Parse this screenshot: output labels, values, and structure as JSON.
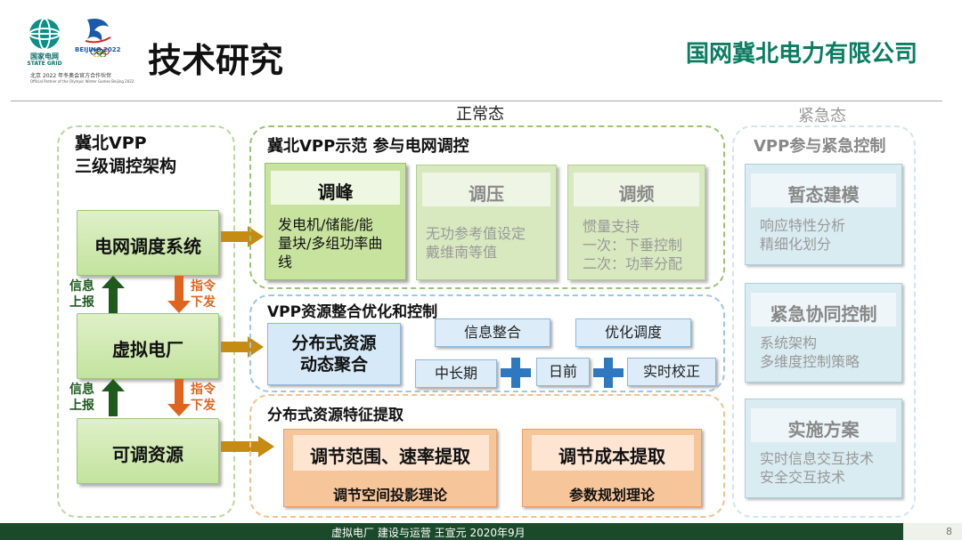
{
  "header": {
    "logo_line1": "国家电网",
    "logo_line2": "STATE GRID",
    "olympic_text": "BEIJING 2022",
    "partner_cn": "北京 2022 年冬奥会官方合作伙伴",
    "partner_en": "Official Partner of the Olympic Winter Games Beijing 2022",
    "title": "技术研究",
    "company": "国网冀北电力有限公司"
  },
  "sections": {
    "normal": "正常态",
    "emergency": "紧急态"
  },
  "left": {
    "title_line1": "冀北VPP",
    "title_line2": "三级调控架构",
    "boxes": [
      "电网调度系统",
      "虚拟电厂",
      "可调资源"
    ],
    "up_label": [
      "信息",
      "上报"
    ],
    "down_label": [
      "指令",
      "下发"
    ]
  },
  "demo": {
    "title": "冀北VPP示范 参与电网调控",
    "cards": [
      {
        "title": "调峰",
        "lines": [
          "发电机/储能/能",
          "量块/多组功率曲",
          "线"
        ]
      },
      {
        "title": "调压",
        "lines": [
          "无功参考值设定",
          "戴维南等值"
        ]
      },
      {
        "title": "调频",
        "lines": [
          "惯量支持",
          "一次：下垂控制",
          "二次：功率分配"
        ]
      }
    ]
  },
  "vpp": {
    "title": "VPP资源整合优化和控制",
    "main": [
      "分布式资源",
      "动态聚合"
    ],
    "info": "信息整合",
    "opt": "优化调度",
    "mid": "中长期",
    "day": "日前",
    "rt": "实时校正"
  },
  "feature": {
    "title": "分布式资源特征提取",
    "cards": [
      {
        "title": "调节范围、速率提取",
        "sub": "调节空间投影理论"
      },
      {
        "title": "调节成本提取",
        "sub": "参数规划理论"
      }
    ]
  },
  "emergency": {
    "title": "VPP参与紧急控制",
    "cards": [
      {
        "title": "暂态建模",
        "lines": [
          "响应特性分析",
          "精细化划分"
        ]
      },
      {
        "title": "紧急协同控制",
        "lines": [
          "系统架构",
          "多维度控制策略"
        ]
      },
      {
        "title": "实施方案",
        "lines": [
          "实时信息交互技术",
          "安全交互技术"
        ]
      }
    ]
  },
  "footer": {
    "text": "虚拟电厂 建设与运营 王宣元 2020年9月",
    "page": "8"
  },
  "colors": {
    "green_border": "#9ac472",
    "blue_border": "#9cc6e6",
    "orange_border": "#f4c08e",
    "emergency_border": "#cfe6ee",
    "arrow": "#c58b12",
    "dark_green": "#1e5a1e",
    "orange_arrow": "#e0641e"
  }
}
